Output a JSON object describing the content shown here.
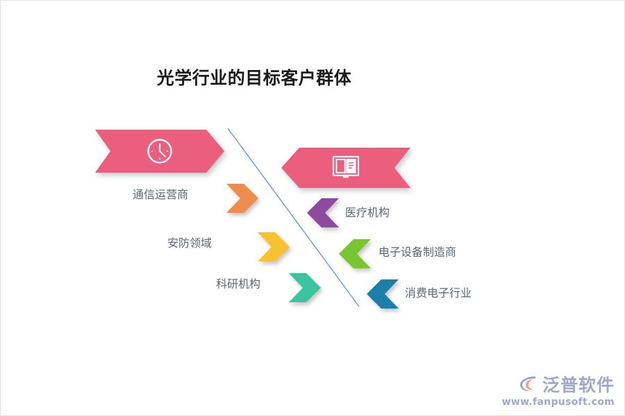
{
  "page": {
    "title": "光学行业的目标客户群体",
    "background_color": "#ffffff",
    "border_color": "#e3e3e3"
  },
  "divider": {
    "name": "diagonal-divider",
    "color": "#6f97d8"
  },
  "banners": [
    {
      "id": "banner-left",
      "icon": "clock-icon",
      "color": "#ec5e7e",
      "direction": "right"
    },
    {
      "id": "banner-right",
      "icon": "open-book-icon",
      "color": "#ec5e7e",
      "direction": "left"
    }
  ],
  "left_group": {
    "name": "left-customer-group",
    "items": [
      {
        "label": "通信运营商",
        "color": "#ee8c4d",
        "direction": "right"
      },
      {
        "label": "安防领域",
        "color": "#f7c22e",
        "direction": "right"
      },
      {
        "label": "科研机构",
        "color": "#3bc4a0",
        "direction": "right"
      }
    ]
  },
  "right_group": {
    "name": "right-customer-group",
    "items": [
      {
        "label": "医疗机构",
        "color": "#8e4a9e",
        "direction": "left"
      },
      {
        "label": "电子设备制造商",
        "color": "#7ac62e",
        "direction": "left"
      },
      {
        "label": "消费电子行业",
        "color": "#1b7fa8",
        "direction": "left"
      }
    ]
  },
  "watermark": {
    "name": "泛普软件",
    "url": "www.fanpusoft.com",
    "color": "#9aa4c4"
  },
  "chart_data": {
    "type": "diagram",
    "title": "光学行业的目标客户群体",
    "categories": [
      "通信运营商",
      "安防领域",
      "科研机构",
      "医疗机构",
      "电子设备制造商",
      "消费电子行业"
    ]
  }
}
